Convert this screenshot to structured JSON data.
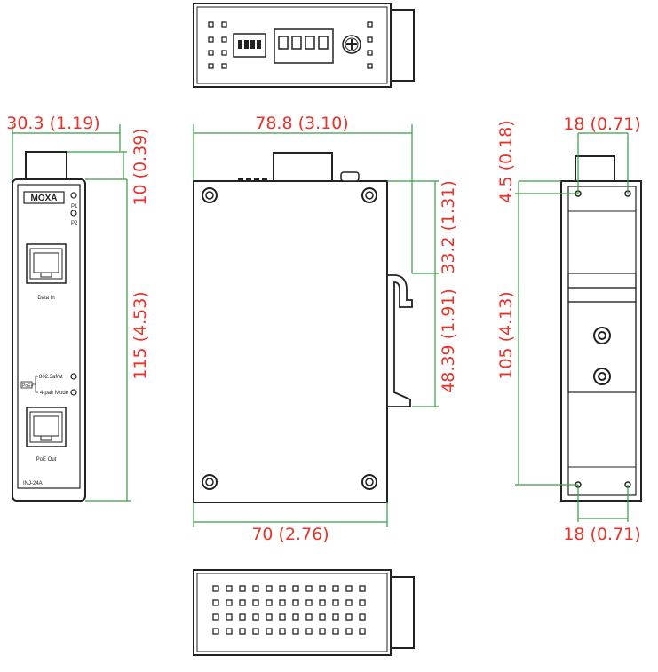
{
  "colors": {
    "dimension_text": "#e8332a",
    "dimension_line": "#3a9a45",
    "outline": "#222222"
  },
  "dimensions": {
    "side_depth": "30.3 (1.19)",
    "side_top_offset": "10 (0.39)",
    "side_height": "115 (4.53)",
    "front_top_width": "78.8 (3.10)",
    "front_rail_top": "33.2 (1.31)",
    "front_rail_height": "48.39 (1.91)",
    "front_bottom_width": "70 (2.76)",
    "rear_top_hole_spacing": "18 (0.71)",
    "rear_top_offset": "4.5 (0.18)",
    "rear_hole_vertical": "105 (4.13)",
    "rear_bottom_hole_spacing": "18 (0.71)"
  },
  "device_labels": {
    "brand": "MOXA",
    "led_p1": "P1",
    "led_p2": "P2",
    "data_in": "Data In",
    "poe_standard": "802.3af/at",
    "poe_tag": "PoE+",
    "four_pair": "4-pair Mode",
    "poe_out": "PoE Out",
    "model": "INJ-24A"
  }
}
